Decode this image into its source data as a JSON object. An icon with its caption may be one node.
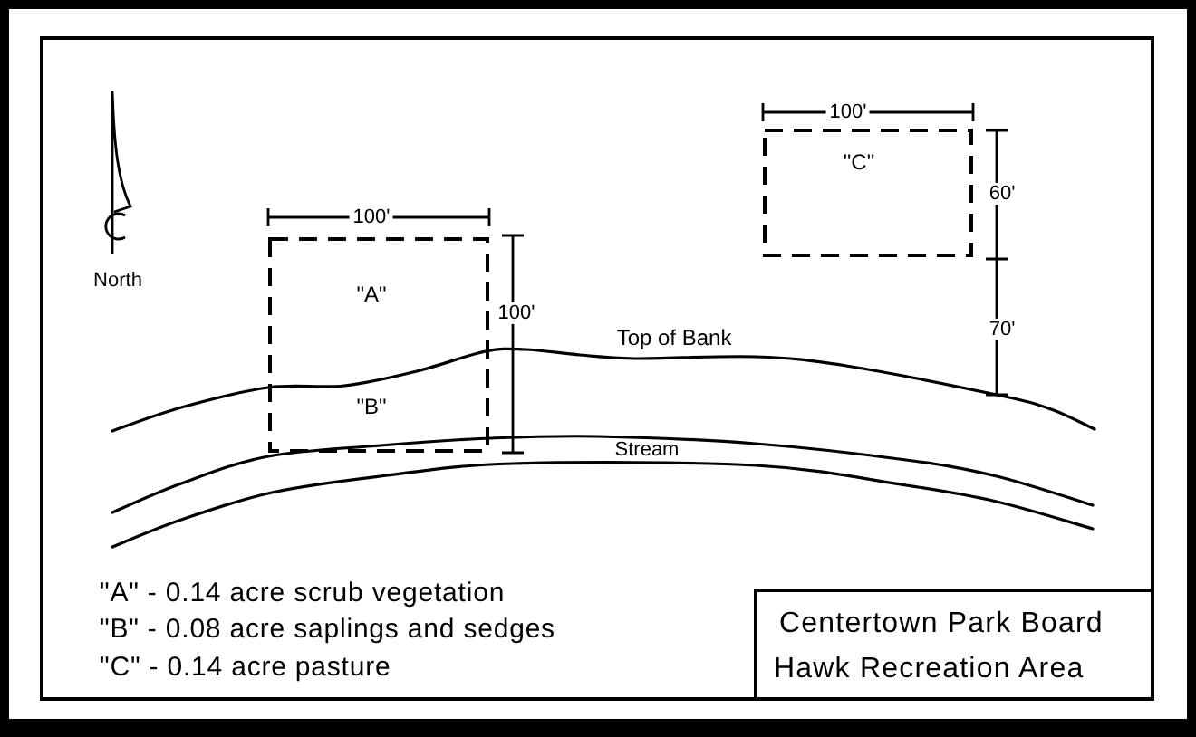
{
  "diagram": {
    "nodes": [
      {
        "text": [
          "\"A\"",
          "\"B\""
        ]
      },
      {
        "text": [
          "\"C\""
        ]
      },
      {
        "text": [
          "Centertown Park Board",
          "Hawk Recreation Area"
        ]
      }
    ],
    "labels": [
      "100'",
      "60'",
      "100'",
      "North",
      "100'",
      "70'",
      "Top of Bank",
      "Stream",
      "\"A\" - 0.14 acre scrub vegetation",
      "\"B\" - 0.08 acre saplings and sedges",
      "\"C\" - 0.14 acre pasture"
    ]
  }
}
